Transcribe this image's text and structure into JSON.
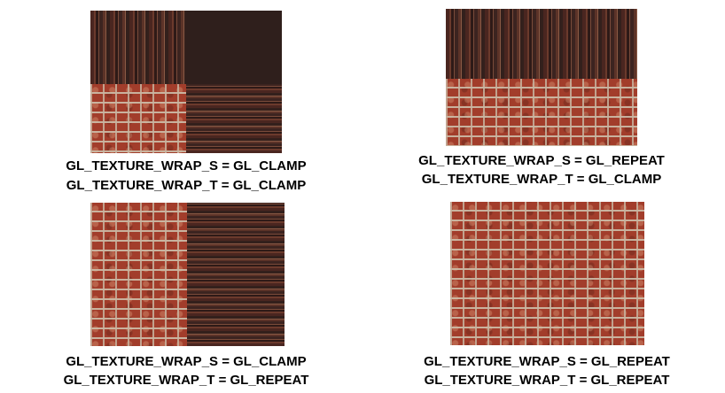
{
  "panels": [
    {
      "line1": "GL_TEXTURE_WRAP_S = GL_CLAMP",
      "line2": "GL_TEXTURE_WRAP_T = GL_CLAMP"
    },
    {
      "line1": "GL_TEXTURE_WRAP_S = GL_REPEAT",
      "line2": "GL_TEXTURE_WRAP_T = GL_CLAMP"
    },
    {
      "line1": "GL_TEXTURE_WRAP_S = GL_CLAMP",
      "line2": "GL_TEXTURE_WRAP_T = GL_REPEAT"
    },
    {
      "line1": "GL_TEXTURE_WRAP_S = GL_REPEAT",
      "line2": "GL_TEXTURE_WRAP_T = GL_REPEAT"
    }
  ]
}
